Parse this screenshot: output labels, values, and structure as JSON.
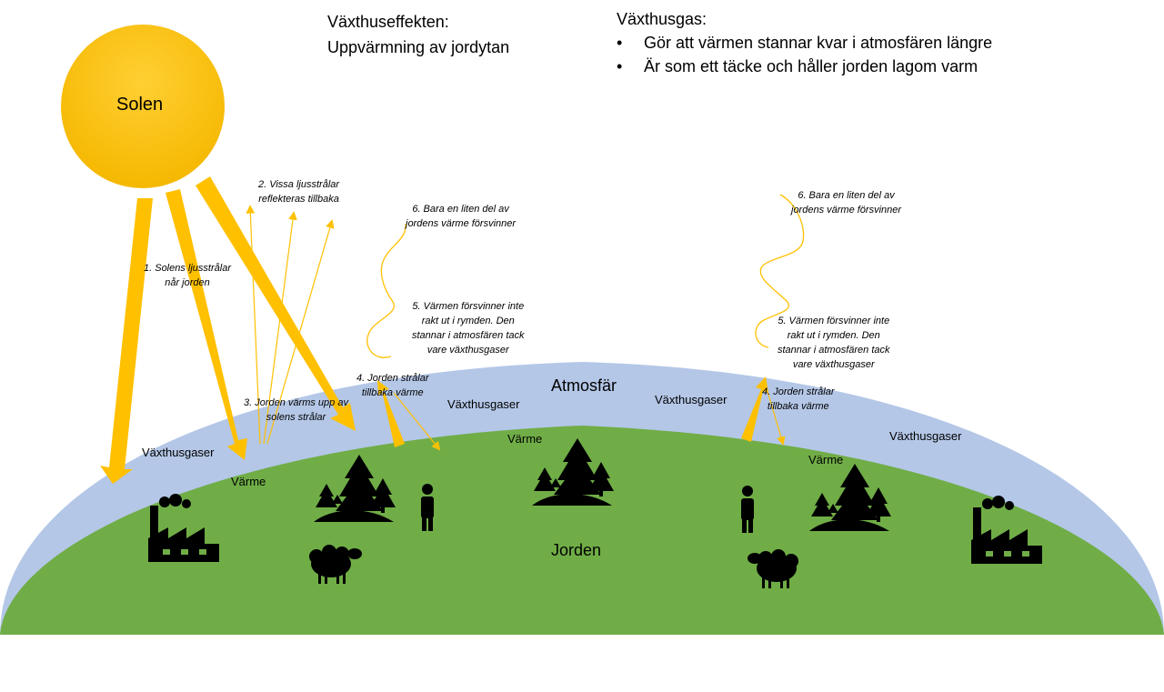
{
  "header": {
    "title_line1": "Växthuseffekten:",
    "title_line2": "Uppvärmning av jordytan"
  },
  "gas_info": {
    "heading": "Växthusgas:",
    "bullets": [
      "Gör att värmen stannar kvar i atmosfären längre",
      "Är som ett täcke och håller jorden lagom varm"
    ]
  },
  "labels": {
    "sun": "Solen",
    "atmosphere": "Atmosfär",
    "earth": "Jorden",
    "greenhouse_gas": "Växthusgaser",
    "heat": "Värme"
  },
  "steps": {
    "step1": [
      "1. Solens ljusstrålar",
      "når jorden"
    ],
    "step2": [
      "2. Vissa ljusstrålar",
      "reflekteras tillbaka"
    ],
    "step3": [
      "3. Jorden värms upp av",
      "solens strålar"
    ],
    "step4": [
      "4. Jorden strålar",
      "tillbaka värme"
    ],
    "step5": [
      "5. Värmen försvinner inte",
      "rakt ut i rymden. Den",
      "stannar i atmosfären tack",
      "vare växthusgaser"
    ],
    "step6": [
      "6. Bara en liten del av",
      "jordens värme försvinner"
    ]
  },
  "icons": [
    "sun-icon",
    "factory-icon",
    "trees-icon",
    "person-icon",
    "sheep-icon"
  ],
  "colors": {
    "sun": "#FFC000",
    "arrow": "#FFC000",
    "atmosphere": "#B4C7E7",
    "earth": "#70AD47"
  }
}
